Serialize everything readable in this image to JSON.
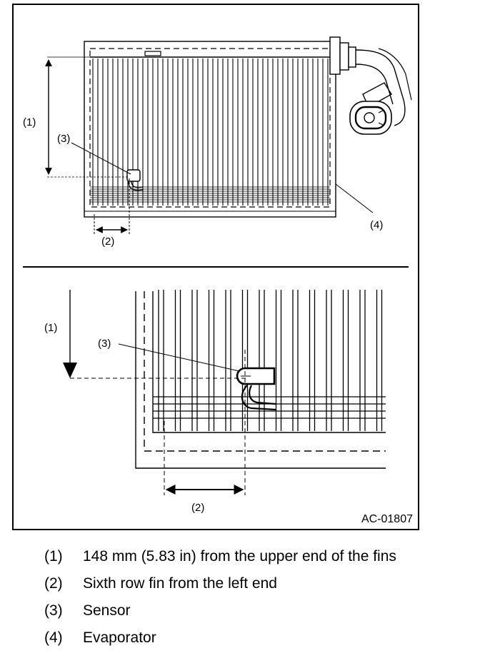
{
  "figure": {
    "code": "AC-01807",
    "callouts": {
      "one": "(1)",
      "two": "(2)",
      "three": "(3)",
      "four": "(4)"
    }
  },
  "legend": [
    {
      "key": "(1)",
      "text": "148 mm (5.83 in) from the upper end of the fins"
    },
    {
      "key": "(2)",
      "text": "Sixth row fin from the left end"
    },
    {
      "key": "(3)",
      "text": "Sensor"
    },
    {
      "key": "(4)",
      "text": "Evaporator"
    }
  ]
}
